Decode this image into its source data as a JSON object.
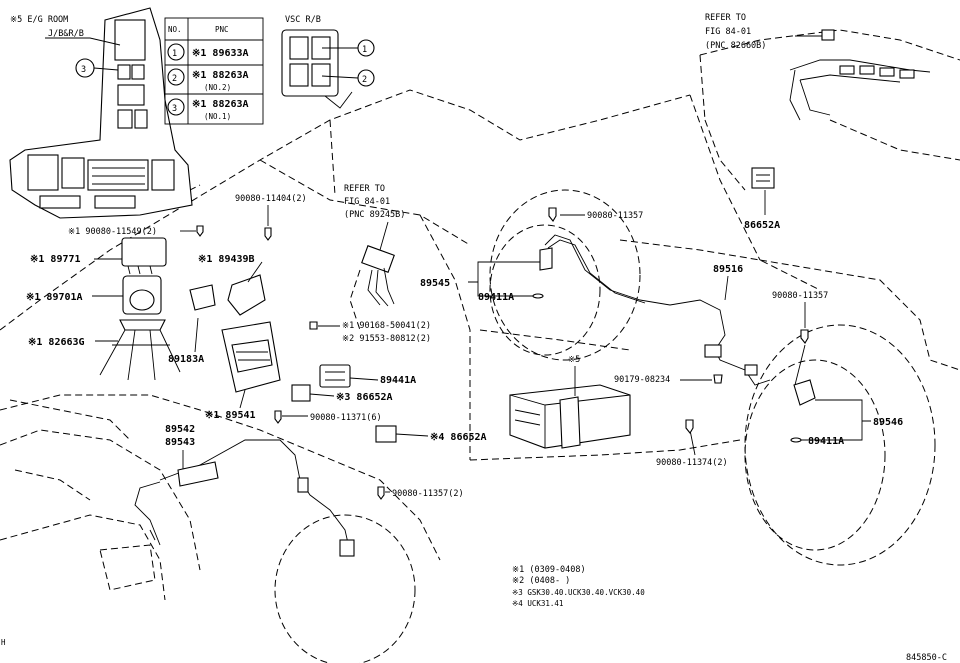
{
  "eg_room_label": "※5 E/G ROOM",
  "jb_label": "J/B&R/B",
  "table": {
    "headers": [
      "NO.",
      "PNC"
    ],
    "rows": [
      {
        "no": "1",
        "pnc": "※1 89633A",
        "note": ""
      },
      {
        "no": "2",
        "pnc": "※1 88263A",
        "note": "(NO.2)"
      },
      {
        "no": "3",
        "pnc": "※1 88263A",
        "note": "(NO.1)"
      }
    ]
  },
  "vsc_label": "VSC R/B",
  "callouts": {
    "c1": "1",
    "c2": "2",
    "c3": "3"
  },
  "ref_top_right": [
    "REFER TO",
    "FIG 84-01",
    "(PNC 82660B)"
  ],
  "ref_center": [
    "REFER TO",
    "FIG 84-01",
    "(PNC 89245B)"
  ],
  "parts": {
    "p89771": "※1 89771",
    "p89701a": "※1 89701A",
    "p82663g": "※1 82663G",
    "p90080_11549": "※1 90080-11549(2)",
    "p90080_11404": "90080-11404(2)",
    "p89439b": "※1 89439B",
    "p89183a": "89183A",
    "p90168": "※1 90168-50041(2)",
    "p91553": "※2 91553-80812(2)",
    "p89441a": "89441A",
    "p86652a_3": "※3 86652A",
    "p89541": "※1 89541",
    "p90080_11371": "90080-11371(6)",
    "p86652a_4": "※4 86652A",
    "p89542": "89542",
    "p89543": "89543",
    "p90080_11357_2": "90080-11357(2)",
    "p90080_11357_a": "90080-11357",
    "p89545": "89545",
    "p89411a_1": "89411A",
    "p89516": "89516",
    "p90080_11357_b": "90080-11357",
    "p86652a_top": "86652A",
    "p5": "※5",
    "p90179": "90179-08234",
    "p90080_11374": "90080-11374(2)",
    "p89546": "89546",
    "p89411a_2": "89411A"
  },
  "notes": [
    "※1 (0309-0408)",
    "※2 (0408-     )",
    "※3 GSK30.40.UCK30.40.VCK30.40",
    "※4 UCK31.41"
  ],
  "corner_left": "H",
  "diagram_code": "845850-C"
}
